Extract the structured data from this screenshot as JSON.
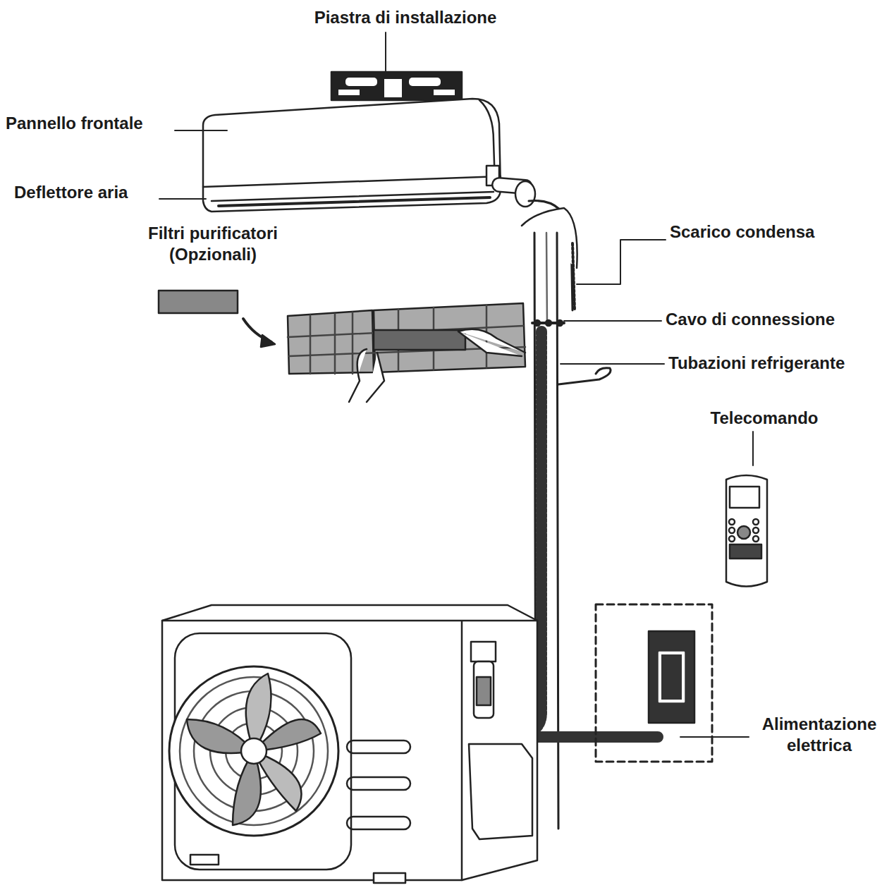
{
  "diagram": {
    "labels": [
      "Piastra di installazione",
      "Pannello frontale",
      "Deflettore aria",
      "Filtri purificatori (Opzionali)",
      "Scarico condensa",
      "Cavo di connessione",
      "Tubazioni refrigerante",
      "Telecomando",
      "Alimentazione elettrica"
    ]
  }
}
